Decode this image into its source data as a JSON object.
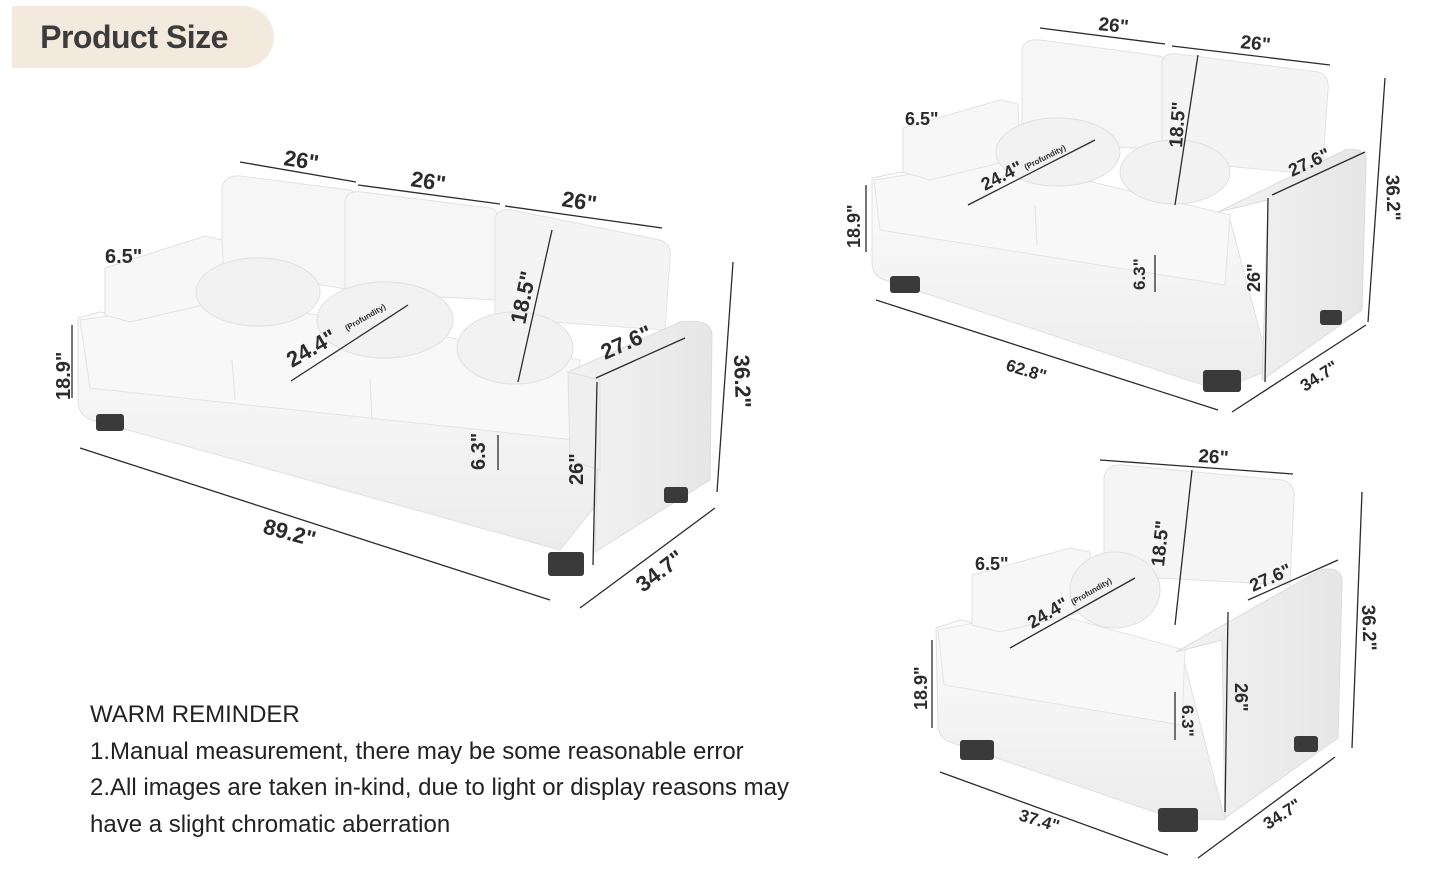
{
  "header": {
    "title": "Product Size"
  },
  "sofa3": {
    "seat_widths": [
      "26\"",
      "26\"",
      "26\""
    ],
    "arm_width": "6.5\"",
    "seat_height": "18.9\"",
    "depth_profundity": "24.4\"",
    "profundity_label": "(Profundity)",
    "back_height": "18.5\"",
    "arm_depth": "27.6\"",
    "total_height": "36.2\"",
    "cushion_thickness": "6.3\"",
    "arm_height": "26\"",
    "length": "89.2\"",
    "depth": "34.7\""
  },
  "loveseat": {
    "seat_widths": [
      "26\"",
      "26\""
    ],
    "arm_width": "6.5\"",
    "seat_height": "18.9\"",
    "depth_profundity": "24.4\"",
    "profundity_label": "(Profundity)",
    "back_height": "18.5\"",
    "arm_depth": "27.6\"",
    "total_height": "36.2\"",
    "cushion_thickness": "6.3\"",
    "arm_height": "26\"",
    "length": "62.8\"",
    "depth": "34.7\""
  },
  "chair": {
    "seat_width": "26\"",
    "arm_width": "6.5\"",
    "seat_height": "18.9\"",
    "depth_profundity": "24.4\"",
    "profundity_label": "(Profundity)",
    "back_height": "18.5\"",
    "arm_depth": "27.6\"",
    "total_height": "36.2\"",
    "cushion_thickness": "6.3\"",
    "arm_height": "26\"",
    "length": "37.4\"",
    "depth": "34.7\""
  },
  "reminder": {
    "title": "WARM REMINDER",
    "line1": "1.Manual measurement, there may be some reasonable error",
    "line2": "2.All images are taken in-kind, due to light or display reasons may",
    "line3": "have a slight chromatic aberration"
  }
}
